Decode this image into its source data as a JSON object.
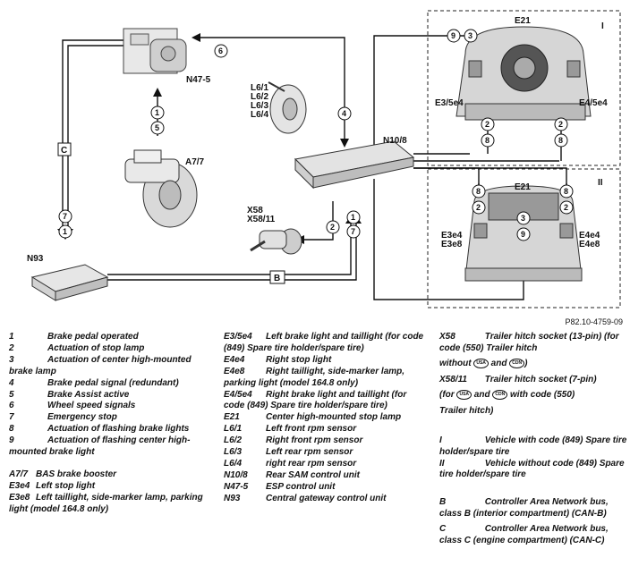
{
  "reference": "P82.10-4759-09",
  "components": {
    "n47_5": "N47-5",
    "l6_1": "L6/1",
    "l6_2": "L6/2",
    "l6_3": "L6/3",
    "l6_4": "L6/4",
    "a7_7": "A7/7",
    "n10_8": "N10/8",
    "x58": "X58",
    "x58_11": "X58/11",
    "n93": "N93"
  },
  "panels": {
    "top": {
      "roman": "I",
      "e21": "E21",
      "left_light": "E3/5e4",
      "right_light": "E4/5e4"
    },
    "bottom": {
      "roman": "II",
      "e21": "E21",
      "left_top": "E3e4",
      "left_bottom": "E3e8",
      "right_top": "E4e4",
      "right_bottom": "E4e8"
    }
  },
  "connectors": {
    "b": "B",
    "c": "C"
  },
  "signal_numbers": [
    "1",
    "2",
    "3",
    "4",
    "5",
    "6",
    "7",
    "8",
    "9"
  ],
  "legend_signals": [
    {
      "key": "1",
      "text": "Brake pedal operated"
    },
    {
      "key": "2",
      "text": "Actuation of stop lamp"
    },
    {
      "key": "3",
      "text": "Actuation of center high-mounted brake lamp"
    },
    {
      "key": "4",
      "text": "Brake pedal signal (redundant)"
    },
    {
      "key": "5",
      "text": "Brake Assist active"
    },
    {
      "key": "6",
      "text": "Wheel speed signals"
    },
    {
      "key": "7",
      "text": "Emergency stop"
    },
    {
      "key": "8",
      "text": "Actuation of flashing brake lights"
    },
    {
      "key": "9",
      "text": "Actuation of flashing center high-mounted brake light"
    }
  ],
  "legend_components_1": [
    {
      "key": "A7/7",
      "text": "BAS brake booster"
    },
    {
      "key": "E3e4",
      "text": "Left stop light"
    },
    {
      "key": "E3e8",
      "text": "Left taillight, side-marker lamp, parking light (model 164.8 only)"
    }
  ],
  "legend_components_2": [
    {
      "key": "E3/5e4",
      "text": "Left brake light and taillight (for code (849) Spare tire holder/spare tire)"
    },
    {
      "key": "E4e4",
      "text": "Right stop light"
    },
    {
      "key": "E4e8",
      "text": "Right taillight, side-marker lamp, parking light (model 164.8 only)"
    },
    {
      "key": "E4/5e4",
      "text": "Right brake light and taillight (for code (849) Spare tire holder/spare tire)"
    },
    {
      "key": "E21",
      "text": "Center high-mounted stop lamp"
    },
    {
      "key": "L6/1",
      "text": "Left front rpm sensor"
    },
    {
      "key": "L6/2",
      "text": "Right front rpm sensor"
    },
    {
      "key": "L6/3",
      "text": "Left rear rpm sensor"
    },
    {
      "key": "L6/4",
      "text": "right rear rpm sensor"
    },
    {
      "key": "N10/8",
      "text": "Rear SAM control unit"
    },
    {
      "key": "N47-5",
      "text": "ESP control unit"
    },
    {
      "key": "N93",
      "text": "Central gateway control unit"
    }
  ],
  "legend_col3": {
    "x58_key": "X58",
    "x58_text": "Trailer hitch socket (13-pin) (for code (550) Trailer hitch",
    "x58_without": "without",
    "x58_and": "and",
    "x58_end": ")",
    "x58_11_key": "X58/11",
    "x58_11_text": "Trailer hitch socket (7-pin)",
    "x58_11_for": "(for",
    "x58_11_and": "and",
    "x58_11_with": "with code (550)",
    "x58_11_end": "Trailer hitch)",
    "badge_usa": "USA",
    "badge_can": "CDN",
    "i_key": "I",
    "i_text": "Vehicle with code (849) Spare tire holder/spare tire",
    "ii_key": "II",
    "ii_text": "Vehicle without code (849) Spare tire holder/spare tire",
    "b_key": "B",
    "b_text": "Controller Area Network bus, class B (interior compartment) (CAN-B)",
    "c_key": "C",
    "c_text": "Controller Area Network bus, class C (engine compartment) (CAN-C)"
  }
}
